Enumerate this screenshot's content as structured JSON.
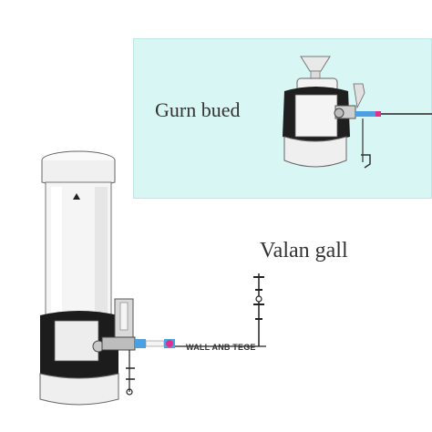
{
  "panel": {
    "label": "Gurn bued",
    "background": "#d8f6f4"
  },
  "main": {
    "label": "Valan gall",
    "pipe_label": "WALL ANB TEGE"
  },
  "colors": {
    "pipe_blue": "#4aa0e0",
    "connector_pink": "#e0308a",
    "body_dark": "#1f1f1f",
    "body_light": "#f2f2f2"
  }
}
